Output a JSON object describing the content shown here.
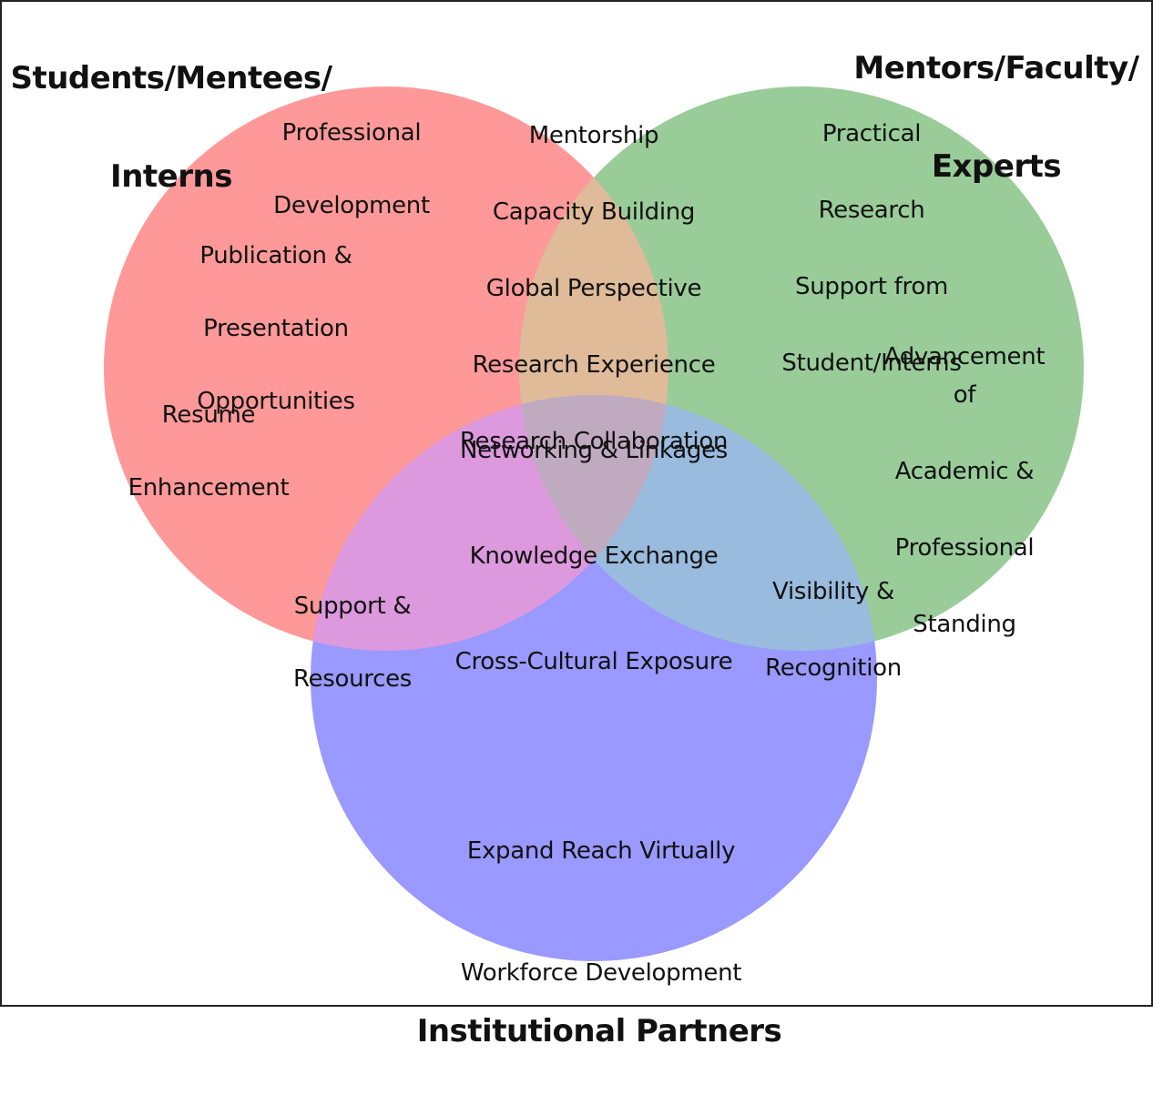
{
  "diagram": {
    "type": "venn-3",
    "colors": {
      "students": "#FF9999",
      "mentors": "#99CC99",
      "institutions": "#9999FF",
      "students_mentors": "#DFBB99",
      "students_institutions": "#DD99DD",
      "mentors_institutions": "#99BBDD",
      "all_three": "#C0AAC0"
    },
    "sets": {
      "students": {
        "title_line1": "Students/Mentees/",
        "title_line2": "Interns"
      },
      "mentors": {
        "title_line1": "Mentors/Faculty/",
        "title_line2": "Experts"
      },
      "institutions": {
        "title": "Institutional Partners"
      }
    },
    "regions": {
      "students_only": {
        "items": [
          {
            "line1": "Professional",
            "line2": "Development"
          },
          {
            "line1": "Publication &",
            "line2": "Presentation",
            "line3": "Opportunities"
          },
          {
            "line1": "Resume",
            "line2": "Enhancement"
          }
        ]
      },
      "mentors_only": {
        "items": [
          {
            "line1": "Practical",
            "line2": "Research",
            "line3": "Support from",
            "line4": "Student/Interns"
          },
          {
            "line1": "Advancement of",
            "line2": "Academic &",
            "line3": "Professional",
            "line4": "Standing"
          }
        ]
      },
      "students_mentors": {
        "items": [
          "Mentorship",
          "Capacity Building",
          "Global Perspective",
          "Research Experience",
          "Research Collaboration"
        ]
      },
      "all_three": {
        "items": [
          "Networking & Linkages",
          "Knowledge Exchange",
          "Cross-Cultural Exposure"
        ]
      },
      "students_institutions": {
        "items": [
          {
            "line1": "Support &",
            "line2": "Resources"
          }
        ]
      },
      "mentors_institutions": {
        "items": [
          {
            "line1": "Visibility &",
            "line2": "Recognition"
          }
        ]
      },
      "institutions_only": {
        "items": [
          "Expand Reach Virtually",
          "Workforce Development"
        ]
      }
    }
  }
}
